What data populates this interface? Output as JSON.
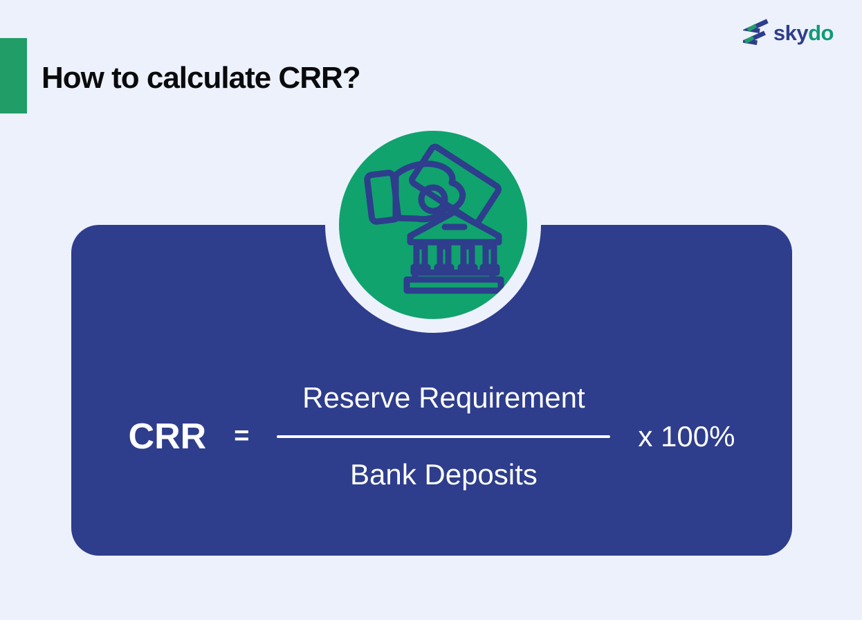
{
  "colors": {
    "bg": "#edf1fb",
    "navy": "#2e3d8c",
    "green": "#10a36e",
    "bar-green": "#219d68",
    "logo-navy": "#2e3d8c",
    "logo-teal": "#109a78",
    "title": "#0a0b0d",
    "white": "#ffffff"
  },
  "header": {
    "title": "How to calculate CRR?"
  },
  "logo": {
    "sky": "sky",
    "do": "do",
    "mark": "skydo-chevron-mark"
  },
  "card": {
    "icon": "hand-depositing-money-into-bank"
  },
  "formula": {
    "lhs": "CRR",
    "equals": "=",
    "numerator": "Reserve Requirement",
    "denominator": "Bank Deposits",
    "multiplier": "x 100%"
  }
}
